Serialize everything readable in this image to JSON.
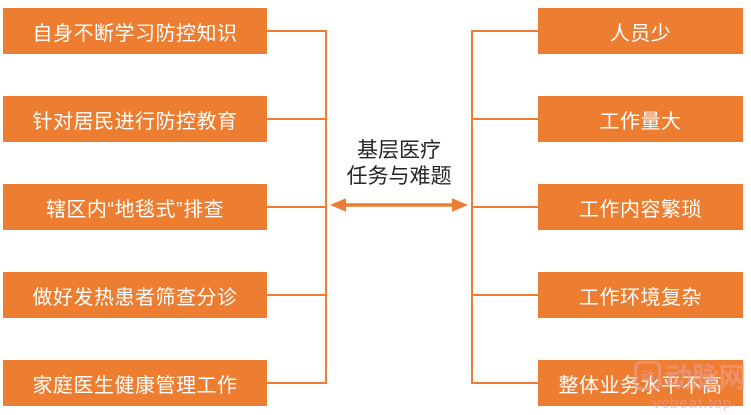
{
  "center": {
    "line1": "基层医疗",
    "line2": "任务与难题"
  },
  "left_items": [
    "自身不断学习防控知识",
    "针对居民进行防控教育",
    "辖区内“地毯式”排查",
    "做好发热患者筛查分诊",
    "家庭医生健康管理工作"
  ],
  "right_items": [
    "人员少",
    "工作量大",
    "工作内容繁琐",
    "工作环境复杂",
    "整体业务水平不高"
  ],
  "watermark": {
    "logo_char": "动",
    "brand": "动脉网",
    "site": "vcbeat.top"
  },
  "colors": {
    "accent_orange": "#ED7D31",
    "box_text": "#FFFFFF",
    "center_text": "#262626",
    "watermark_pink": "#EE9D92",
    "background": "#FFFFFF"
  }
}
